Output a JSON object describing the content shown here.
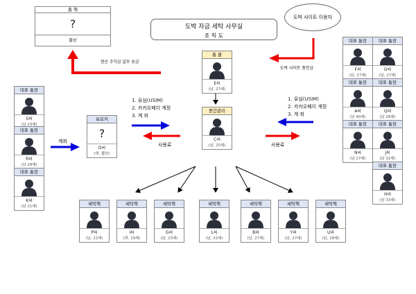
{
  "title": {
    "line1": "도박 자금 세탁 사무실",
    "line2": "조 직 도"
  },
  "boss": {
    "header": "총 책",
    "name": "?",
    "footer": "불상"
  },
  "users_ellipse": "도박 사이트 이용자",
  "labels": {
    "settlement": "정산 수익금 일부 송금",
    "charge": "도박 사이트 충전금",
    "account": "계좌",
    "fee_left": "사용료",
    "fee_right": "사용료"
  },
  "items_left": [
    "1. 유심(USIM)",
    "2. 카카오페이 계정",
    "3. 계 좌"
  ],
  "items_right": [
    "1. 유심(USIM)",
    "2. 카카오페이 계정",
    "3. 계 좌"
  ],
  "manager": {
    "header": "총 괄",
    "name": "E씨",
    "age": "(남, 27세)"
  },
  "middle": {
    "header": "중간관리",
    "name": "C씨",
    "age": "(남, 25세)"
  },
  "broker": {
    "header": "브로커",
    "name": "D씨",
    "age": "(여, 불상)",
    "mark": "?"
  },
  "left_accounts": [
    {
      "header": "대표 통장",
      "name": "S씨",
      "age": "(남 23세)"
    },
    {
      "header": "대표 통장",
      "name": "R씨",
      "age": "(남 28세)"
    },
    {
      "header": "대표 통장",
      "name": "K씨",
      "age": "(남 21세)"
    }
  ],
  "right_accounts": [
    {
      "header": "대표 통장",
      "name": "F씨",
      "age": "(남, 27세)"
    },
    {
      "header": "대표 통장",
      "name": "O씨",
      "age": "(남, 27세)"
    },
    {
      "header": "대표 통장",
      "name": "A씨",
      "age": "(남 40세)"
    },
    {
      "header": "대표 통장",
      "name": "Q씨",
      "age": "(남 28세)"
    },
    {
      "header": "대표 통장",
      "name": "N씨",
      "age": "(남 27세)"
    },
    {
      "header": "대표 통장",
      "name": "J씨",
      "age": "(남 32세)"
    },
    {
      "header": "대표 통장",
      "name": "H씨",
      "age": "(남 33세)"
    }
  ],
  "launderers": [
    {
      "header": "세탁책",
      "name": "P씨",
      "age": "(남, 22세)"
    },
    {
      "header": "세탁책",
      "name": "I씨",
      "age": "(여, 19세)"
    },
    {
      "header": "세탁책",
      "name": "G씨",
      "age": "(남, 23세)"
    },
    {
      "header": "세탁책",
      "name": "L씨",
      "age": "(남, 22세)"
    },
    {
      "header": "세탁책",
      "name": "B씨",
      "age": "(남, 27세)"
    },
    {
      "header": "세탁책",
      "name": "Y씨",
      "age": "(남, 27세)"
    },
    {
      "header": "세탁책",
      "name": "U씨",
      "age": "(남, 28세)"
    }
  ]
}
